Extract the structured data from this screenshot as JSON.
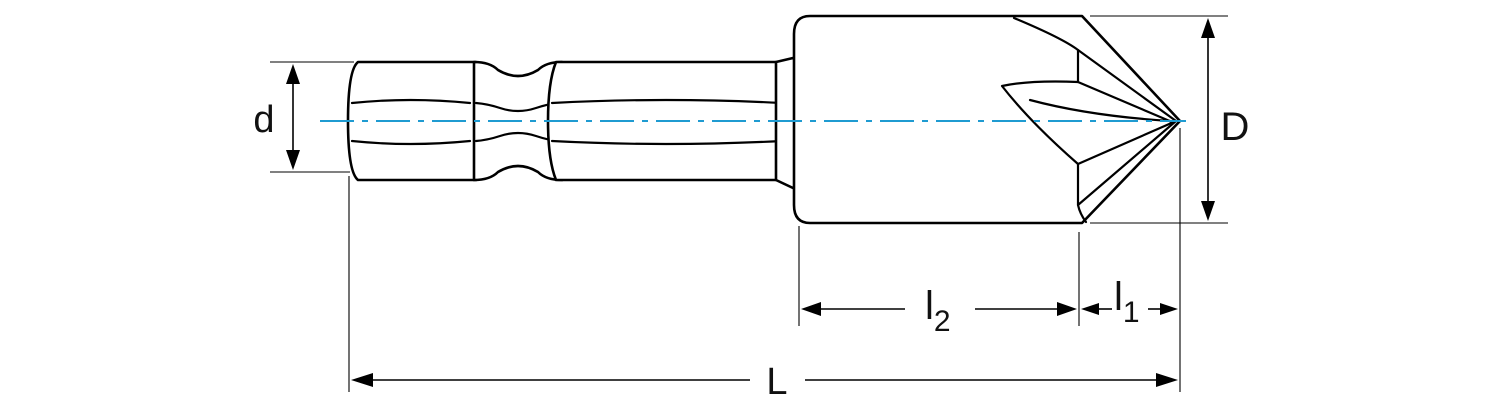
{
  "labels": {
    "shank_diameter": "d",
    "diameter": "D",
    "length_l2": "l",
    "length_l2_sub": "2",
    "length_l1": "l",
    "length_l1_sub": "1",
    "overall_length": "L"
  },
  "colors": {
    "centerline": "#1f9bd1",
    "outline": "#000000"
  }
}
